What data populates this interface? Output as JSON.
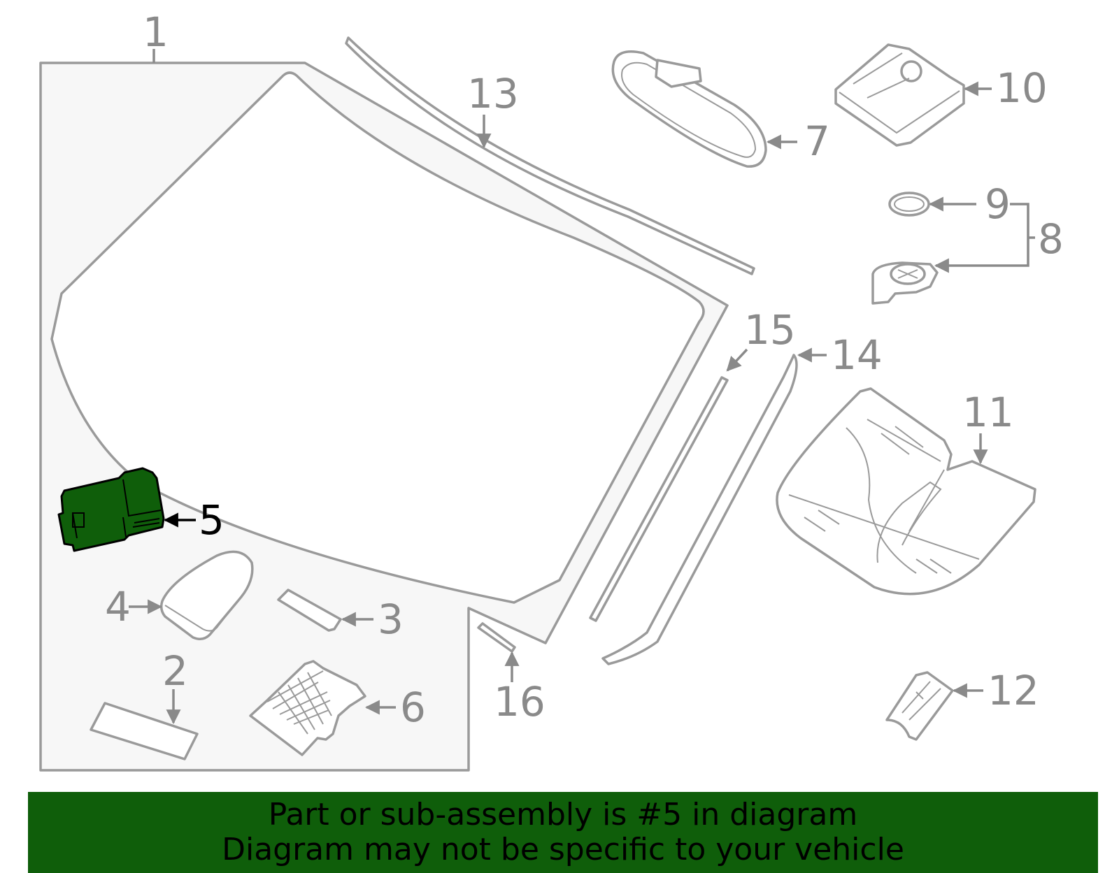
{
  "colors": {
    "highlight": "#0f5e0a",
    "line": "#9a9a9a",
    "panel": "#f7f7f7",
    "banner": "#0f5e0a"
  },
  "callouts": {
    "c1": "1",
    "c2": "2",
    "c3": "3",
    "c4": "4",
    "c5": "5",
    "c6": "6",
    "c7": "7",
    "c8": "8",
    "c9": "9",
    "c10": "10",
    "c11": "11",
    "c12": "12",
    "c13": "13",
    "c14": "14",
    "c15": "15",
    "c16": "16"
  },
  "highlighted_part": "5",
  "banner": {
    "line1": "Part or sub-assembly is #5 in diagram",
    "line2": "Diagram may not be specific to your vehicle"
  }
}
